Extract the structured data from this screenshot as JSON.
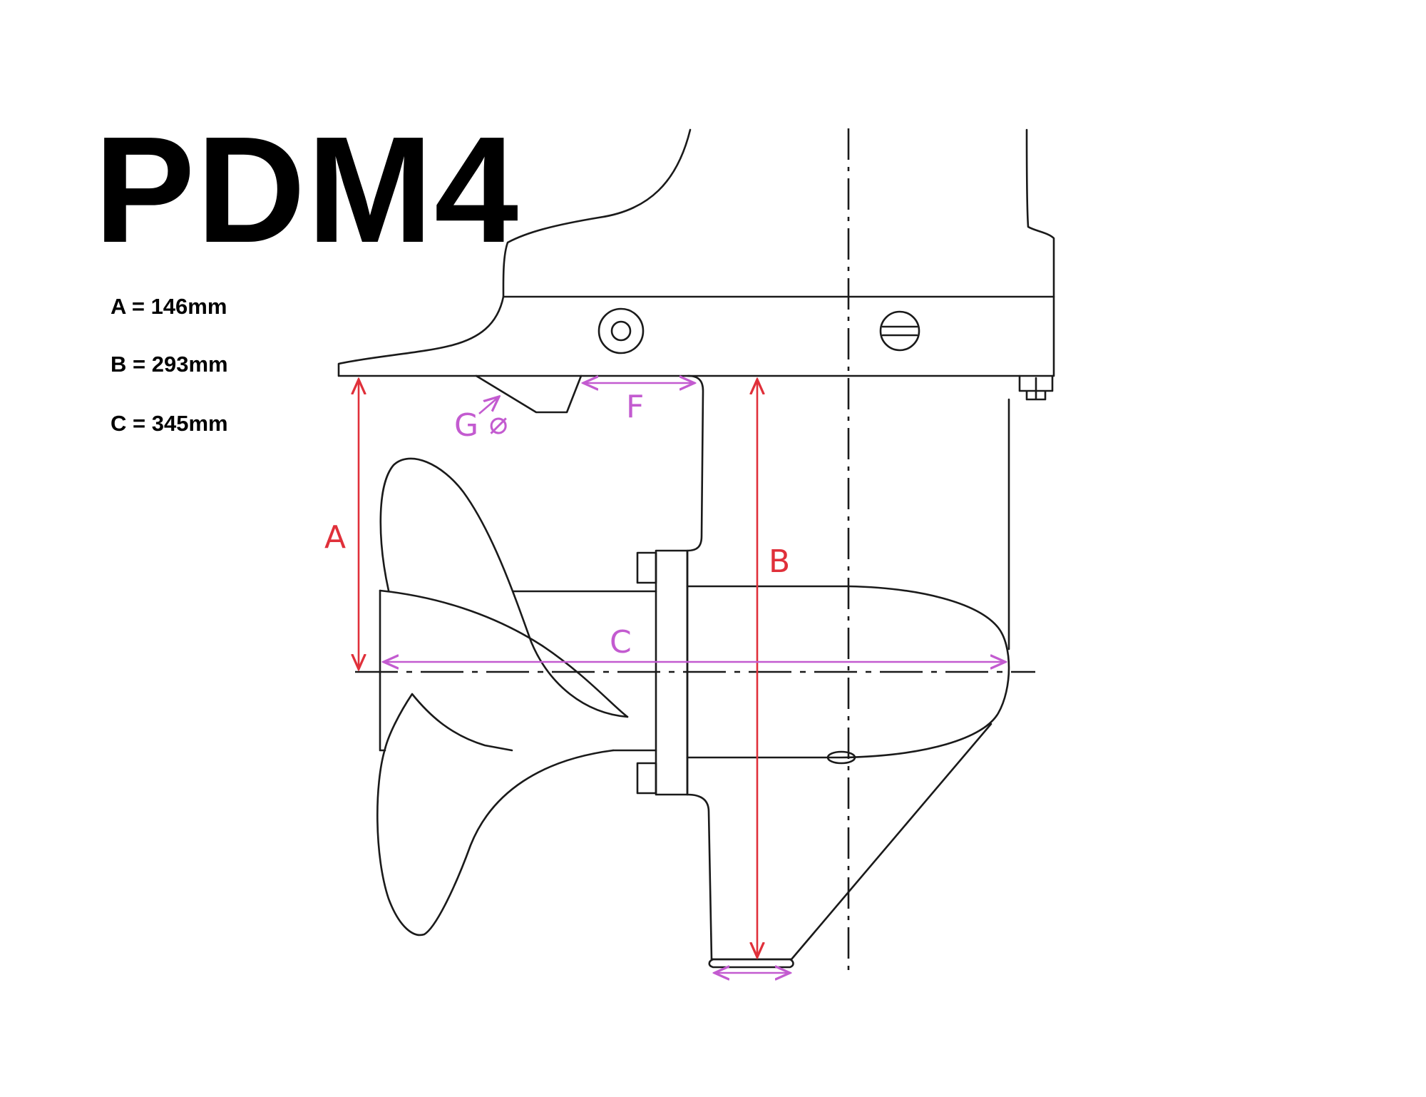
{
  "title": "PDM4",
  "specs": [
    {
      "text": "A = 146mm"
    },
    {
      "text": "B = 293mm"
    },
    {
      "text": "C = 345mm"
    }
  ],
  "labels": {
    "a": "A",
    "b": "B",
    "c": "C",
    "f": "F",
    "g": "G",
    "diameter": "⌀"
  },
  "colors": {
    "outline": "#1a1a1a",
    "dimension_red": "#e0303a",
    "dimension_magenta": "#c35bd0"
  }
}
